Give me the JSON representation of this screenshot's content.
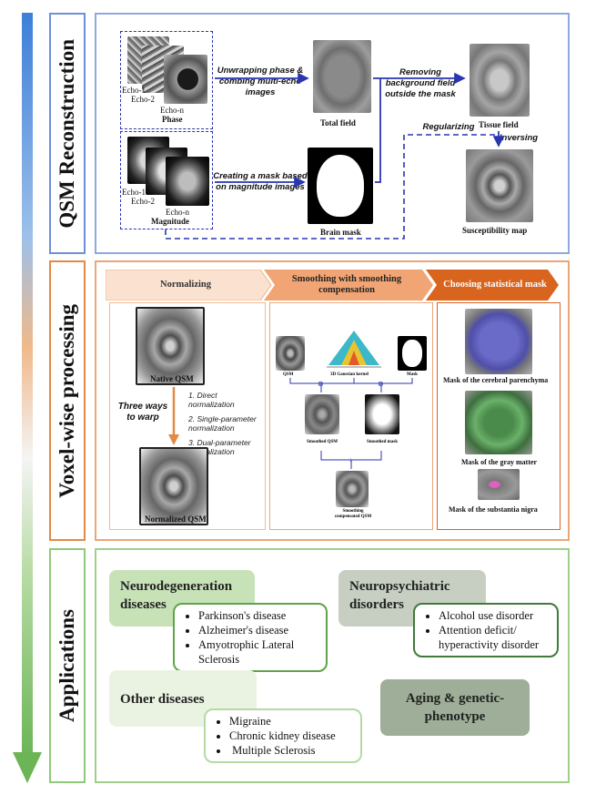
{
  "sections": {
    "qsm": "QSM Reconstruction",
    "voxel": "Voxel-wise processing",
    "apps": "Applications"
  },
  "recon": {
    "phase_echoes": [
      "Echo-1",
      "Echo-2",
      "Echo-n"
    ],
    "phase_label": "Phase",
    "mag_echoes": [
      "Echo-1",
      "Echo-2",
      "Echo-n"
    ],
    "mag_label": "Magnitude",
    "unwrap_text": "Unwrapping phase & combing multi-echo images",
    "mask_text": "Creating a mask based on magnitude images",
    "total_field": "Total field",
    "brain_mask": "Brain mask",
    "remove_bg_text": "Removing background field outside the mask",
    "tissue_field": "Tissue field",
    "regularizing": "Regularizing",
    "inversing": "Inversing",
    "susceptibility_map": "Susceptibility map"
  },
  "voxel": {
    "step1": "Normalizing",
    "step2": "Smoothing with smoothing compensation",
    "step3": "Choosing statistical mask",
    "native_qsm": "Native QSM",
    "normalized_qsm": "Normalized QSM",
    "three_ways": "Three ways to warp",
    "methods": [
      "1. Direct normalization",
      "2. Single-parameter normalization",
      "3. Dual-parameter normalization"
    ],
    "smooth_labels": {
      "qsm": "QSM",
      "kernel": "3D Gaussian kernel",
      "mask": "Mask",
      "smoothed_qsm": "Smoothed QSM",
      "smoothed_mask": "Smoothed mask",
      "compensated": "Smoothing compensated QSM",
      "op_conv": "⊗",
      "op_div": "÷"
    },
    "masks": [
      "Mask of the cerebral parenchyma",
      "Mask of the gray matter",
      "Mask of the  substantia nigra"
    ]
  },
  "apps": {
    "neurodeg_title": "Neurodegeneration diseases",
    "neurodeg_items": [
      "Parkinson's disease",
      "Alzheimer's disease",
      "Amyotrophic Lateral Sclerosis"
    ],
    "neuropsych_title": "Neuropsychiatric disorders",
    "neuropsych_items": [
      "Alcohol use disorder",
      "Attention deficit/ hyperactivity disorder"
    ],
    "other_title": "Other diseases",
    "other_items": [
      "Migraine",
      "Chronic kidney disease",
      " Multiple Sclerosis"
    ],
    "aging": "Aging & genetic-phenotype"
  },
  "colors": {
    "blue": "#6f8fd6",
    "orange": "#e38a45",
    "green": "#8fc97a",
    "arrow_blue": "#2a35b0"
  }
}
